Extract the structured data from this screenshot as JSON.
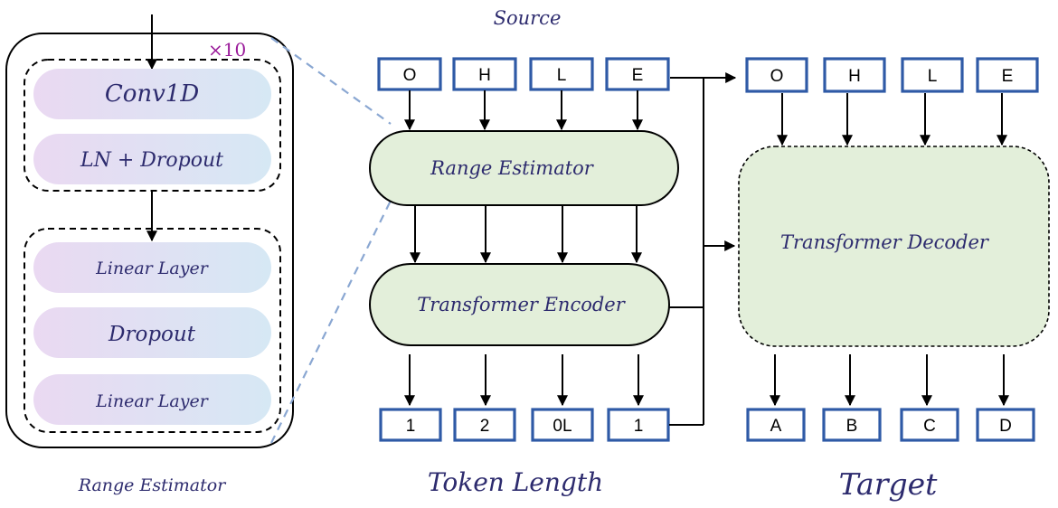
{
  "titles": {
    "source": "Source",
    "token_length": "Token Length",
    "target": "Target",
    "range_estimator_caption": "Range Estimator"
  },
  "detail_panel": {
    "repeat": "×10",
    "conv": "Conv1D",
    "ln_dropout": "LN + Dropout",
    "linear1": "Linear Layer",
    "dropout": "Dropout",
    "linear2": "Linear Layer"
  },
  "blocks": {
    "range_estimator": "Range Estimator",
    "transformer_encoder": "Transformer Encoder",
    "transformer_decoder": "Transformer Decoder"
  },
  "source_tokens": [
    "O",
    "H",
    "L",
    "E"
  ],
  "target_inputs": [
    "O",
    "H",
    "L",
    "E"
  ],
  "length_outputs": [
    "1",
    "2",
    "0L",
    "1"
  ],
  "target_outputs": [
    "A",
    "B",
    "C",
    "D"
  ],
  "colors": {
    "token_border": "#2f5aa6",
    "block_fill": "#e3efda",
    "text": "#2d2b6e",
    "accent_purple": "#9a1a9a",
    "dashed_link": "#8aa7d2"
  }
}
